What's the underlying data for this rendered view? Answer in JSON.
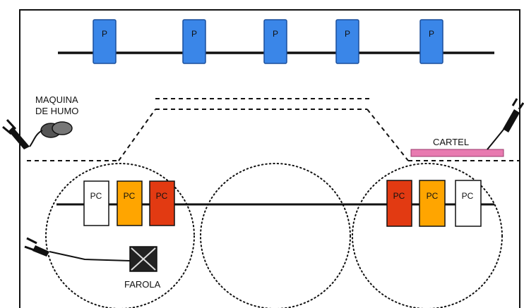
{
  "top_fixtures": {
    "label": "P",
    "color": "#3a86e8",
    "count": 5
  },
  "stage_fixtures": {
    "left_group": [
      {
        "label": "PC",
        "color": "#ffffff"
      },
      {
        "label": "PC",
        "color": "#ffa500"
      },
      {
        "label": "PC",
        "color": "#e23a12"
      }
    ],
    "right_group": [
      {
        "label": "PC",
        "color": "#e23a12"
      },
      {
        "label": "PC",
        "color": "#ffa500"
      },
      {
        "label": "PC",
        "color": "#ffffff"
      }
    ]
  },
  "smoke_machine": {
    "label_line1": "MAQUINA",
    "label_line2": "DE HUMO",
    "color": "#555555"
  },
  "sign": {
    "label": "CARTEL",
    "color": "#e87ab0"
  },
  "lamp": {
    "label": "FAROLA",
    "color": "#222222"
  }
}
